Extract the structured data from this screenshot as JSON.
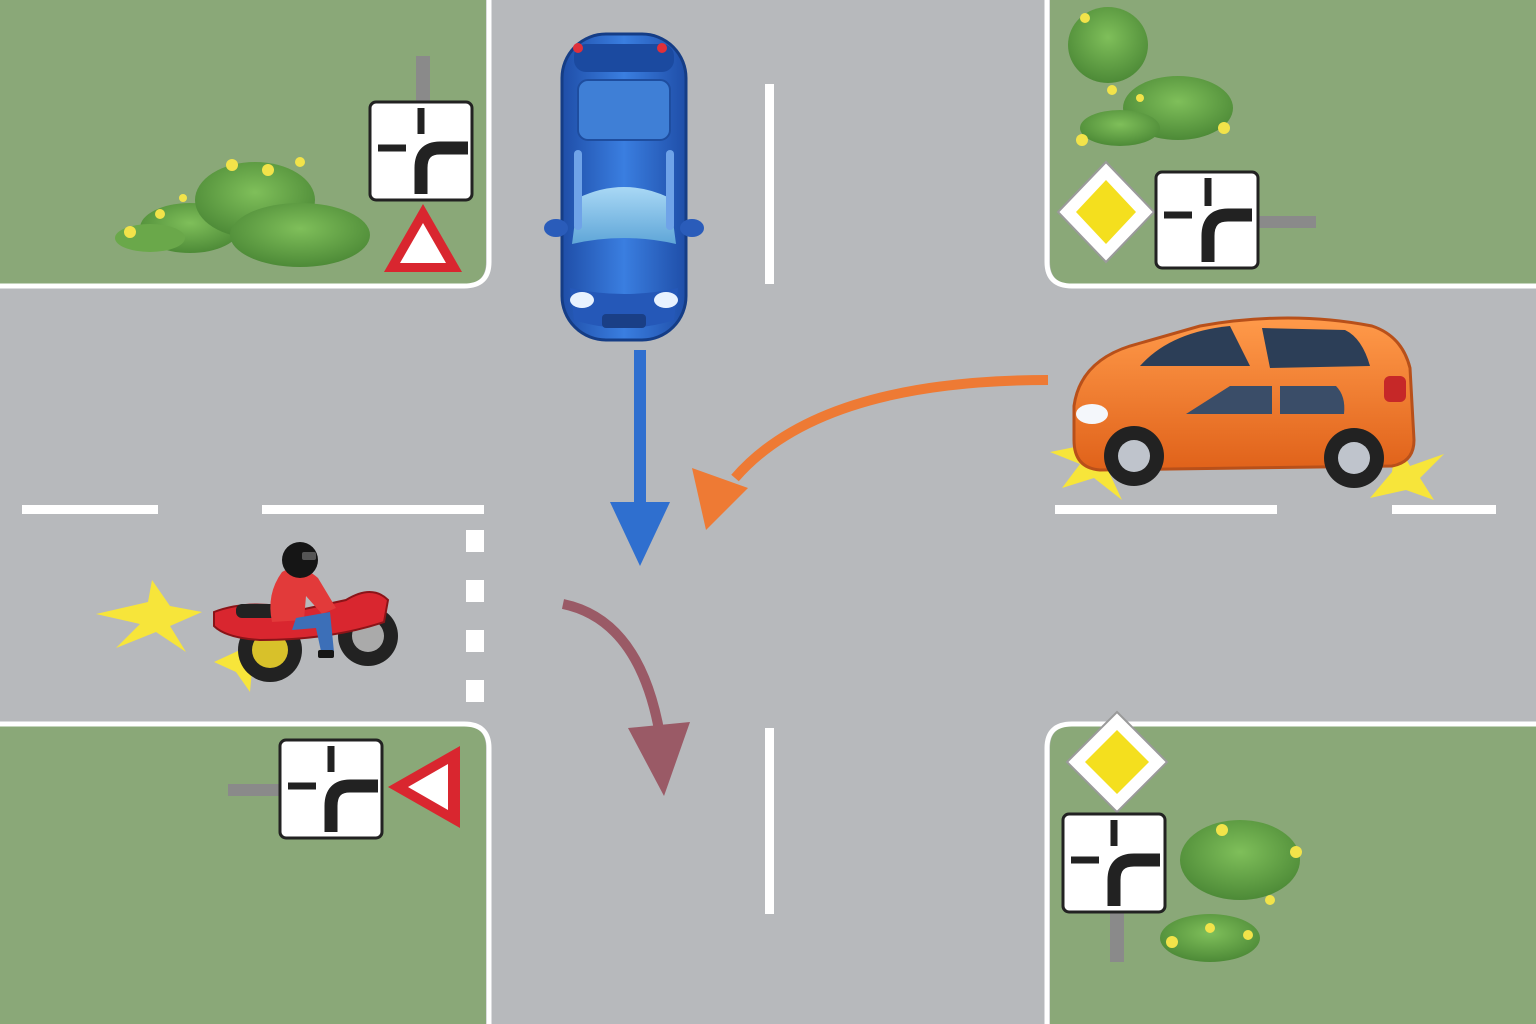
{
  "scene": {
    "colors": {
      "road": "#b7b9bc",
      "grass": "#8aa878",
      "grass_dark": "#6f925c",
      "bush": "#5f9a45",
      "flower": "#f2e34a",
      "lane_marking": "#ffffff",
      "blue_car": "#2f6fcf",
      "orange_car": "#f07a2e",
      "motorcycle": "#d9262f",
      "rider_jacket": "#e23a3a",
      "blue_path": "#2f6fcf",
      "orange_path": "#ee7a34",
      "motorcycle_path": "#9a5a66",
      "yield_red": "#d9262f",
      "priority_yellow": "#f4df1e",
      "turn_signal": "#f7e53a"
    },
    "vehicles": [
      {
        "id": "blue-car",
        "type": "car",
        "heading": "south",
        "maneuver": "straight"
      },
      {
        "id": "orange-car",
        "type": "car",
        "heading": "west",
        "maneuver": "left-turn",
        "turn_signal": "left"
      },
      {
        "id": "motorcycle",
        "type": "motorcycle",
        "heading": "east",
        "maneuver": "right-turn",
        "turn_signal": "right"
      }
    ],
    "signs": [
      {
        "corner": "north-west",
        "signs": [
          "priority-road-layout",
          "yield"
        ]
      },
      {
        "corner": "north-east",
        "signs": [
          "priority-road",
          "priority-road-layout"
        ]
      },
      {
        "corner": "south-west",
        "signs": [
          "priority-road-layout",
          "yield"
        ]
      },
      {
        "corner": "south-east",
        "signs": [
          "priority-road",
          "priority-road-layout"
        ]
      }
    ]
  }
}
